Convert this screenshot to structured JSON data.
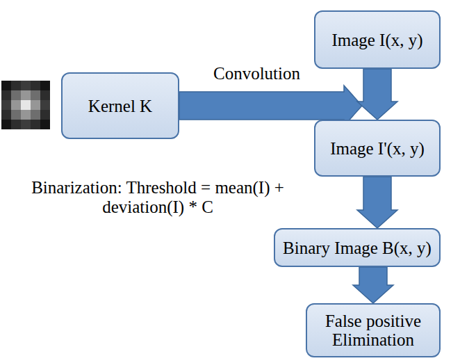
{
  "diagram": {
    "nodes": [
      {
        "text": [
          "Image I(x, y)"
        ]
      },
      {
        "text": [
          "Kernel K"
        ]
      },
      {
        "text": [
          "Image I'(x, y)"
        ]
      },
      {
        "text": [
          "Binary Image B(x, y)"
        ]
      },
      {
        "text": [
          "False positive Elimination"
        ]
      }
    ],
    "edges": [
      {
        "from": 1,
        "to": 2,
        "arrow": "to",
        "label": "Convolution"
      },
      {
        "from": 0,
        "to": 2,
        "arrow": "to"
      },
      {
        "from": 2,
        "to": 3,
        "arrow": "to"
      },
      {
        "from": 3,
        "to": 4,
        "arrow": "to"
      }
    ],
    "labels": [
      "Binarization: Threshold = mean(I) + deviation(I) * C"
    ]
  }
}
